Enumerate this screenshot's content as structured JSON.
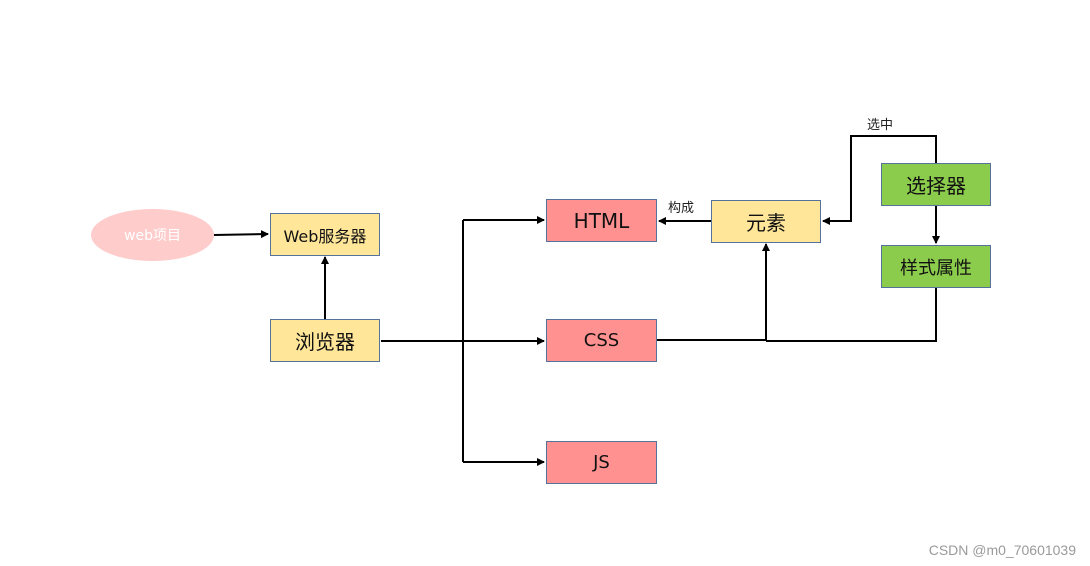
{
  "diagram": {
    "nodes": {
      "web_project": {
        "text": "web项目",
        "fill": "#ffcccc"
      },
      "web_server": {
        "text": "Web服务器",
        "fill": "#ffe699"
      },
      "browser": {
        "text": "浏览器",
        "fill": "#ffe699"
      },
      "html": {
        "text": "HTML",
        "fill": "#ff9191"
      },
      "css": {
        "text": "CSS",
        "fill": "#ff9191"
      },
      "js": {
        "text": "JS",
        "fill": "#ff9191"
      },
      "element": {
        "text": "元素",
        "fill": "#ffe699"
      },
      "selector": {
        "text": "选择器",
        "fill": "#8ccc4d"
      },
      "style_attr": {
        "text": "样式属性",
        "fill": "#8ccc4d"
      }
    },
    "edge_labels": {
      "compose": "构成",
      "select": "选中"
    },
    "edges": [
      {
        "from": "web_project",
        "to": "web_server"
      },
      {
        "from": "browser",
        "to": "web_server"
      },
      {
        "from": "browser",
        "to": "html"
      },
      {
        "from": "browser",
        "to": "css"
      },
      {
        "from": "browser",
        "to": "js"
      },
      {
        "from": "element",
        "to": "html",
        "label": "构成"
      },
      {
        "from": "selector",
        "to": "element",
        "label": "选中"
      },
      {
        "from": "selector",
        "to": "style_attr"
      },
      {
        "from": "css",
        "to": "element"
      },
      {
        "from": "style_attr",
        "to": "element"
      }
    ],
    "line_color": "#000000"
  },
  "watermark": "CSDN @m0_70601039"
}
